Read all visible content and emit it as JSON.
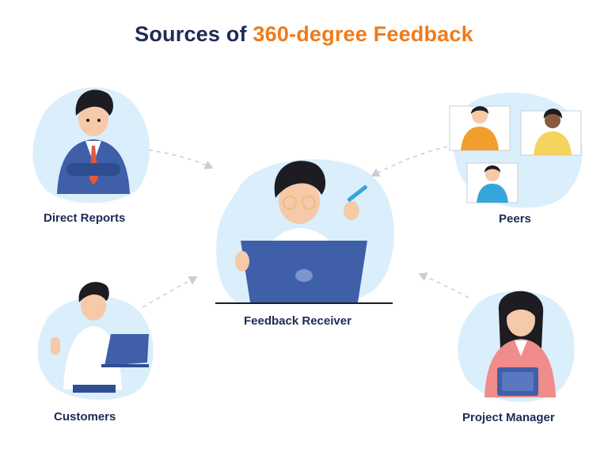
{
  "title": {
    "prefix": "Sources of ",
    "highlight": "360-degree Feedback"
  },
  "nodes": {
    "center": {
      "label": "Feedback Receiver"
    },
    "top_left": {
      "label": "Direct Reports"
    },
    "top_right": {
      "label": "Peers"
    },
    "bottom_left": {
      "label": "Customers"
    },
    "bottom_right": {
      "label": "Project Manager"
    }
  },
  "colors": {
    "title": "#1f2a55",
    "accent": "#ef7b1a",
    "blob": "#dbeefb",
    "laptop": "#3f5fa8",
    "arrow": "#c9ced6"
  }
}
